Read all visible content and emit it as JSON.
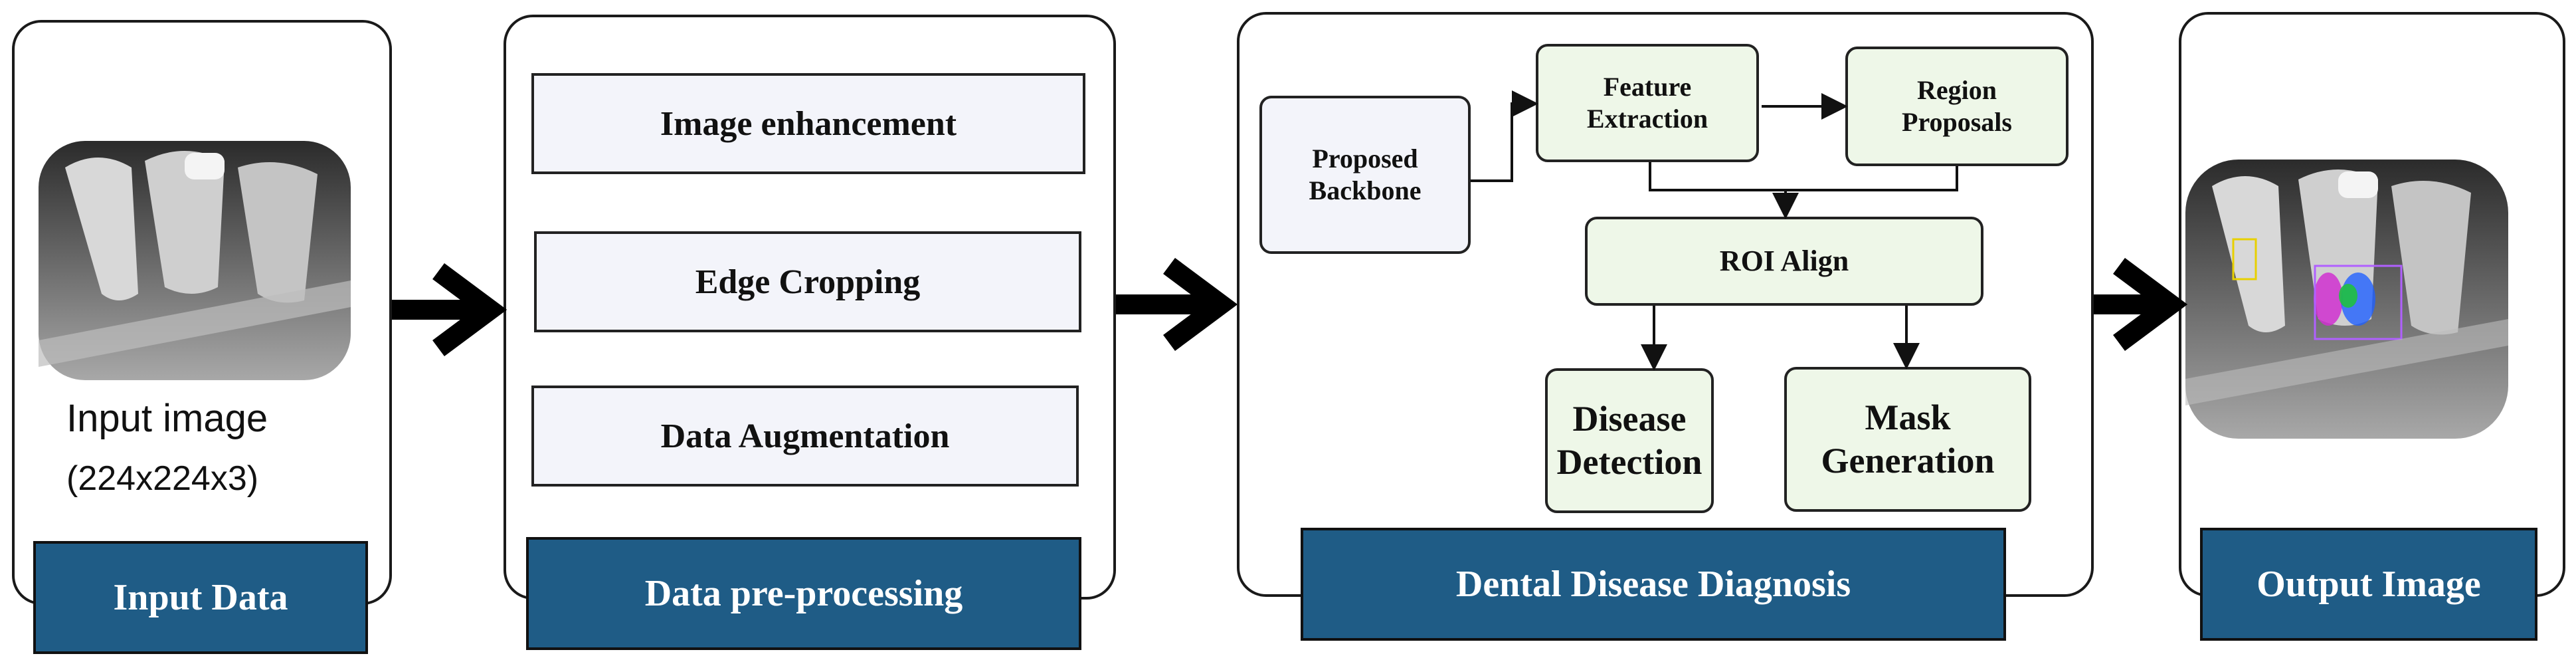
{
  "stages": {
    "input": {
      "title": "Input Data",
      "caption_line1": "Input image",
      "caption_line2": "(224x224x3)"
    },
    "preprocessing": {
      "title": "Data pre-processing",
      "steps": [
        "Image enhancement",
        "Edge Cropping",
        "Data Augmentation"
      ]
    },
    "diagnosis": {
      "title": "Dental Disease Diagnosis",
      "nodes": {
        "backbone": [
          "Proposed",
          "Backbone"
        ],
        "feature": [
          "Feature",
          "Extraction"
        ],
        "region": [
          "Region",
          "Proposals"
        ],
        "roi": "ROI Align",
        "detection": [
          "Disease",
          "Detection"
        ],
        "mask": [
          "Mask",
          "Generation"
        ]
      }
    },
    "output": {
      "title": "Output Image"
    }
  },
  "colors": {
    "banner": "#1f5c86",
    "node_green": "#eef7e8",
    "node_blue": "#f3f4fa"
  }
}
